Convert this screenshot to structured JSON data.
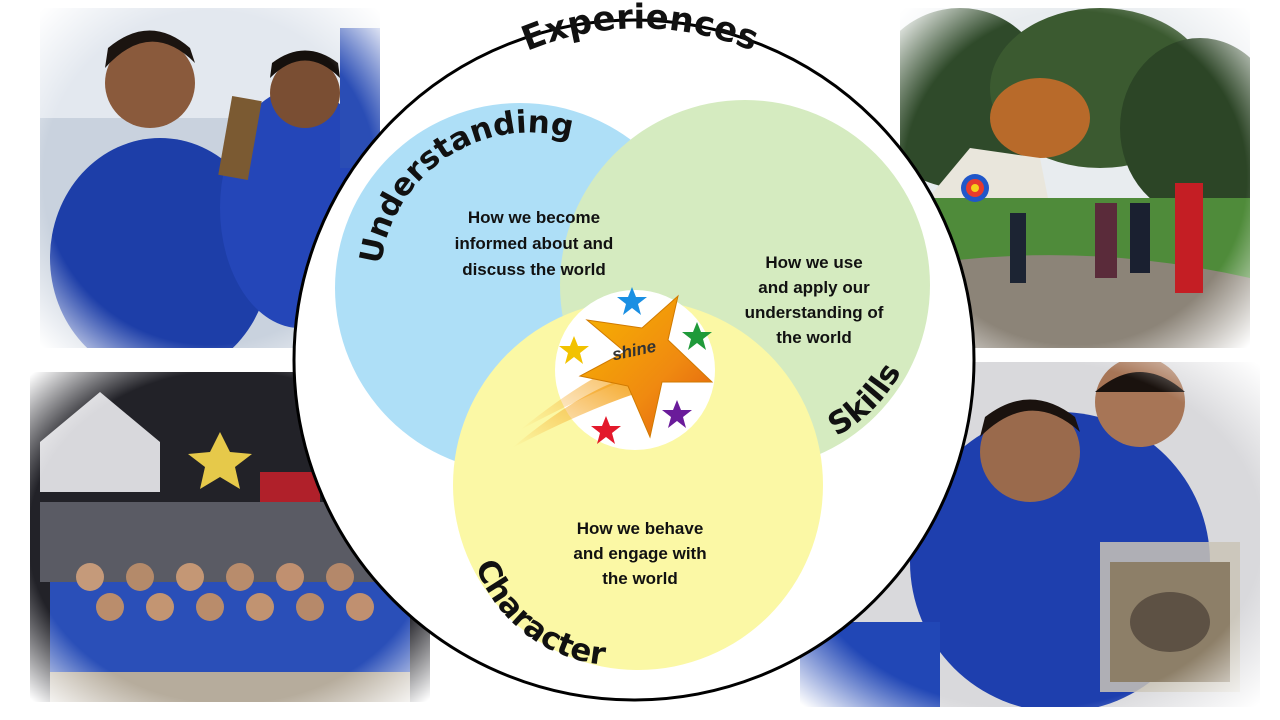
{
  "outer_label": "Experiences",
  "circles": {
    "understanding": {
      "title": "Understanding",
      "lines": [
        "How we become",
        "informed about and",
        "discuss the world"
      ],
      "color": "#aedff7"
    },
    "skills": {
      "title": "Skills",
      "lines": [
        "How we use",
        "and apply our",
        "understanding of",
        "the world"
      ],
      "color": "#d5ebc0"
    },
    "character": {
      "title": "Character",
      "lines": [
        "How we behave",
        "and engage with",
        "the world"
      ],
      "color": "#fbf8a5"
    }
  },
  "logo": {
    "text": "shine",
    "star_colors": [
      "#1a8fe3",
      "#1f9a3a",
      "#6a1b9a",
      "#e3192b",
      "#f2c200"
    ]
  },
  "photos": [
    {
      "subject": "classroom-photo"
    },
    {
      "subject": "archery-photo"
    },
    {
      "subject": "nativity-play-photo"
    },
    {
      "subject": "science-observation-photo"
    }
  ]
}
